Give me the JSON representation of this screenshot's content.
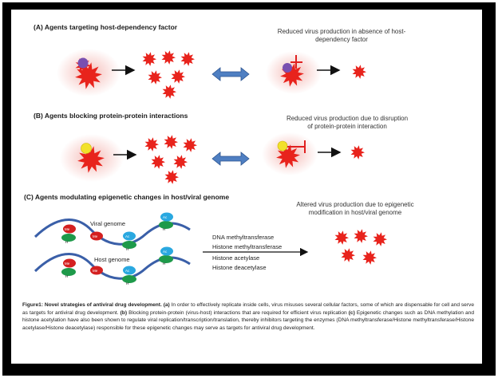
{
  "panel_a": {
    "title": "(A)   Agents targeting host-dependency factor",
    "note_line1": "Reduced virus production in absence of host-",
    "note_line2": "dependency factor"
  },
  "panel_b": {
    "title": "(B)     Agents blocking protein-protein interactions",
    "note_line1": "Reduced virus production due to disruption",
    "note_line2": "of protein-protein interaction"
  },
  "panel_c": {
    "title": "(C)   Agents modulating  epigenetic changes in host/viral genome",
    "note_line1": "Altered  virus production due to epigenetic",
    "note_line2": "modification in host/viral genome",
    "viral_genome": "Viral genome",
    "host_genome": "Host genome",
    "enzymes": [
      "DNA methyltransferase",
      "Histone methyltransferase",
      "Histone acetylase",
      "Histone deacetylase"
    ],
    "marks": {
      "ac": "Ac",
      "me": "Me",
      "h": "H"
    }
  },
  "caption": {
    "lead": "Figure1: Novel strategies of antiviral drug development.",
    "a_tag": "(a)",
    "a_text": " In order to effectively replicate inside cells, virus misuses several cellular factors, some of which are dispensable for cell and serve as targets for antiviral drug development. ",
    "b_tag": "(b)",
    "b_text": " Blocking protein-protein (virus-host) interactions that are required for efficient virus replication ",
    "c_tag": "(c)",
    "c_text": " Epigenetic changes such as DNA methylation and histone acetylation have also been shown to regulate viral replication/transcription/translation, thereby inhibitors targeting the enzymes (DNA methyltransferase/Histone methyltransferase/Histone acetylase/Histone deacetylase) responsible for these epigenetic changes may serve as targets for antiviral drug development."
  },
  "colors": {
    "virus": "#e8231c",
    "virus_glow": "#f4b5b0",
    "hdf": "#7a4fb0",
    "ppi": "#f2e12a",
    "inhibitor": "#e02020",
    "arrow_double": "#4f7fc2",
    "dna": "#3a5fa8",
    "histone": "#1e9a4a",
    "me_mark": "#d42020",
    "ac_mark": "#2aa8e0"
  }
}
